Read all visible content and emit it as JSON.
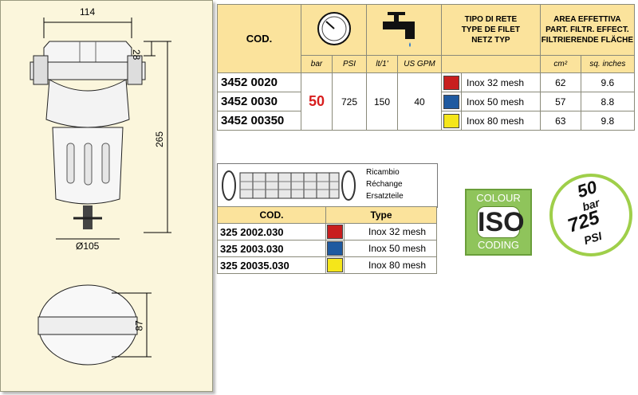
{
  "drawing": {
    "dim_width": "114",
    "dim_cap": "28",
    "dim_height": "265",
    "dim_bowl_diameter": "Ø105",
    "dim_top_depth": "87"
  },
  "main_table": {
    "header": {
      "cod": "COD.",
      "pressure_units": [
        "bar",
        "PSI"
      ],
      "flow_units": [
        "lt/1'",
        "US GPM"
      ],
      "mesh_type_lines": [
        "TIPO DI RETE",
        "TYPE DE FILET",
        "NETZ TYP"
      ],
      "area_lines": [
        "AREA EFFETTIVA",
        "PART. FILTR. EFFECT.",
        "FILTRIERENDE FLÄCHE"
      ],
      "area_units": [
        "cm²",
        "sq. inches"
      ]
    },
    "pressure_bar": "50",
    "pressure_psi": "725",
    "flow_lt": "150",
    "flow_gpm": "40",
    "rows": [
      {
        "code": "3452 0020",
        "color": "#c81e1e",
        "mesh": "Inox 32 mesh",
        "cm2": "62",
        "sqin": "9.6"
      },
      {
        "code": "3452 0030",
        "color": "#1f5aa0",
        "mesh": "Inox 50 mesh",
        "cm2": "57",
        "sqin": "8.8"
      },
      {
        "code": "3452 00350",
        "color": "#f5e61a",
        "mesh": "Inox 80 mesh",
        "cm2": "63",
        "sqin": "9.8"
      }
    ]
  },
  "spare": {
    "title_lines": [
      "Ricambio",
      "Réchange",
      "Ersatzteile"
    ],
    "header_cod": "COD.",
    "header_type": "Type",
    "rows": [
      {
        "code": "325 2002.030",
        "color": "#c81e1e",
        "mesh": "Inox 32 mesh"
      },
      {
        "code": "325 2003.030",
        "color": "#1f5aa0",
        "mesh": "Inox 50 mesh"
      },
      {
        "code": "325 20035.030",
        "color": "#f5e61a",
        "mesh": "Inox 80 mesh"
      }
    ]
  },
  "iso_badge": {
    "top": "COLOUR",
    "center": "ISO",
    "bottom": "CODING"
  },
  "pressure_badge": {
    "bar_value": "50",
    "bar_unit": "bar",
    "psi_value": "725",
    "psi_unit": "PSI"
  },
  "colors": {
    "header_bg": "#fbe39c",
    "panel_bg": "#fbf6dc",
    "accent_red": "#d81e1e",
    "iso_green": "#8fc45b"
  }
}
